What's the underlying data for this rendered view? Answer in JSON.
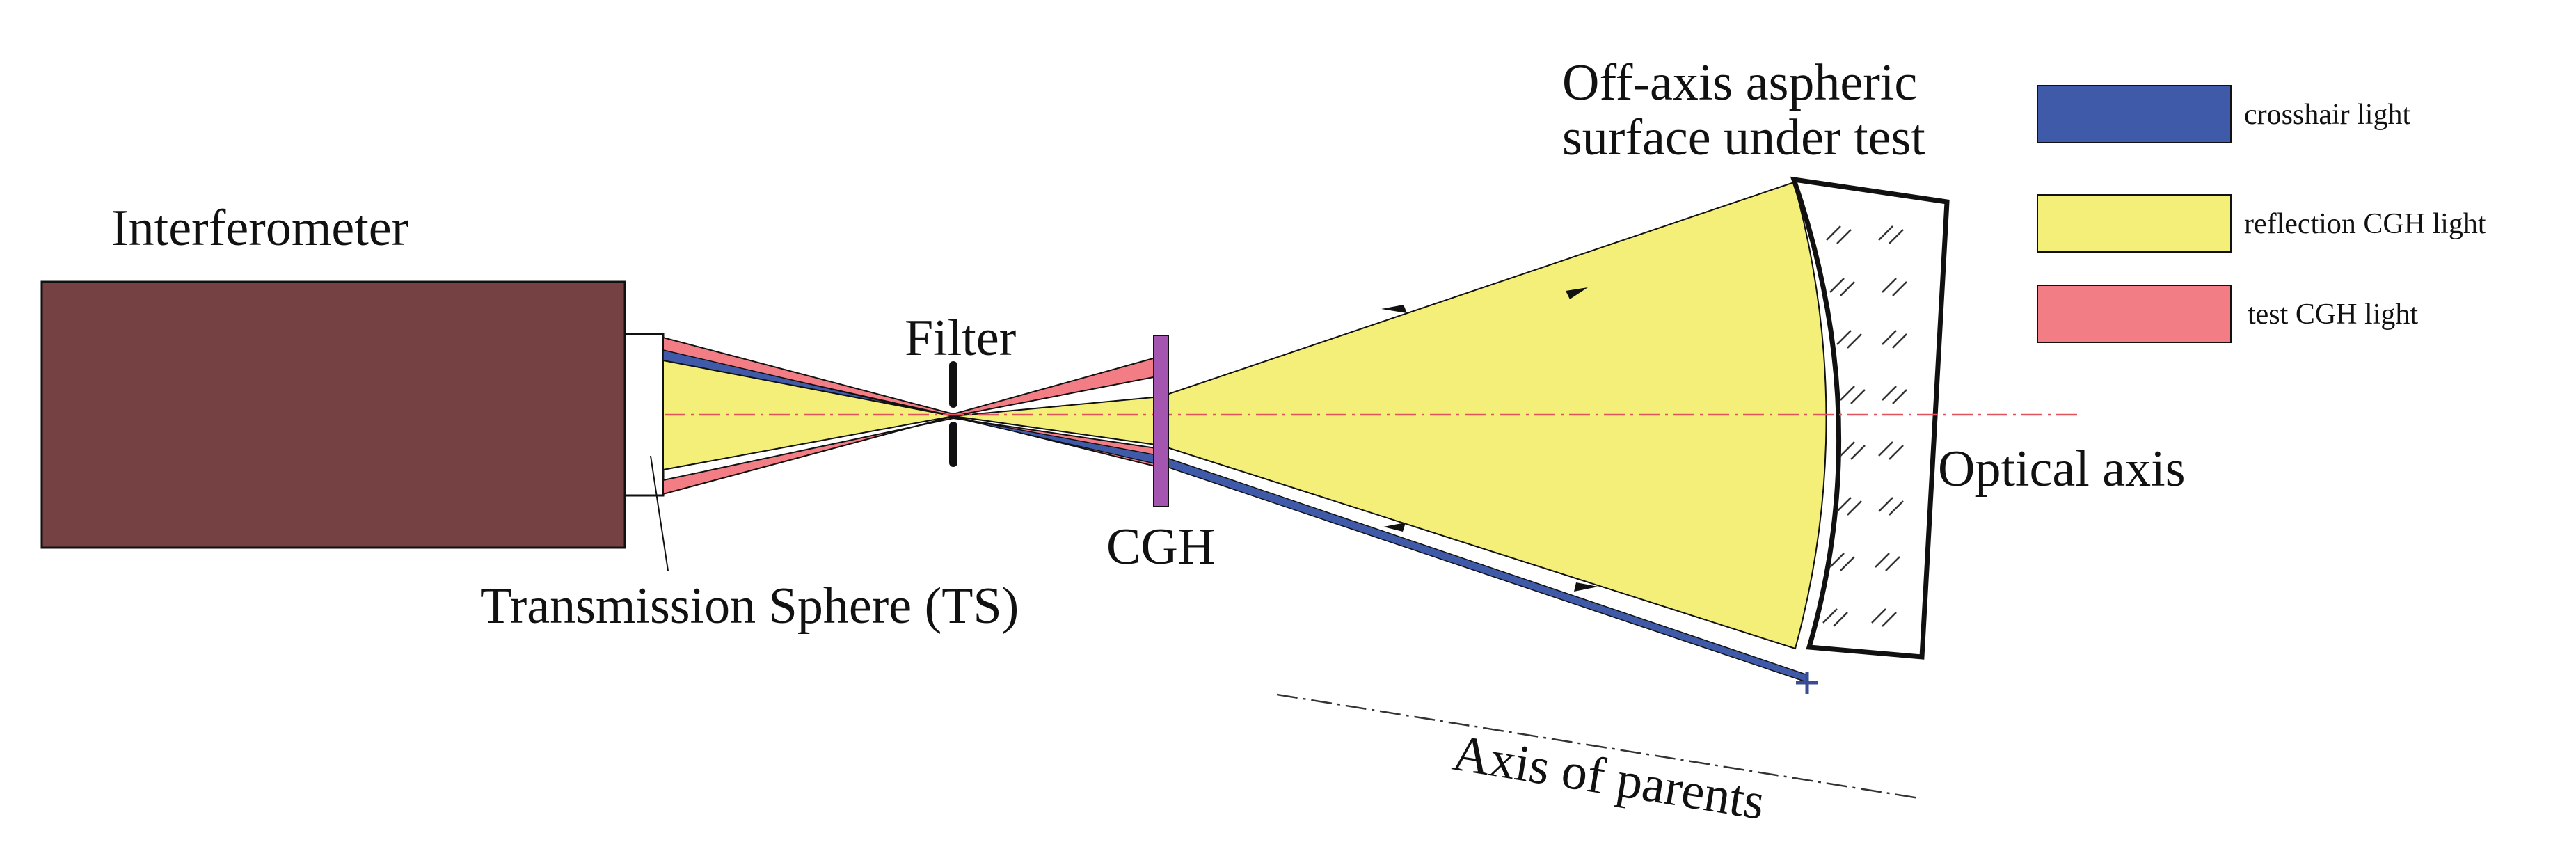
{
  "labels": {
    "interferometer": "Interferometer",
    "transmission_sphere": "Transmission Sphere (TS)",
    "filter": "Filter",
    "cgh": "CGH",
    "surface_line1": "Off-axis aspheric",
    "surface_line2": "surface under test",
    "optical_axis": "Optical axis",
    "axis_of_parents": "Axis of parents"
  },
  "legend": [
    {
      "label": "crosshair light",
      "color": "#3f5aa8"
    },
    {
      "label": "reflection CGH light",
      "color": "#f4ef78"
    },
    {
      "label": "test CGH light",
      "color": "#f27d84"
    }
  ],
  "colors": {
    "interferometer_body": "#764142",
    "cgh_plate": "#a455b0",
    "optical_axis_line": "#e0525c",
    "outline": "#111111"
  },
  "icons": {
    "crosshair_marker": "plus-icon",
    "ray_direction": "arrowhead-icon"
  }
}
